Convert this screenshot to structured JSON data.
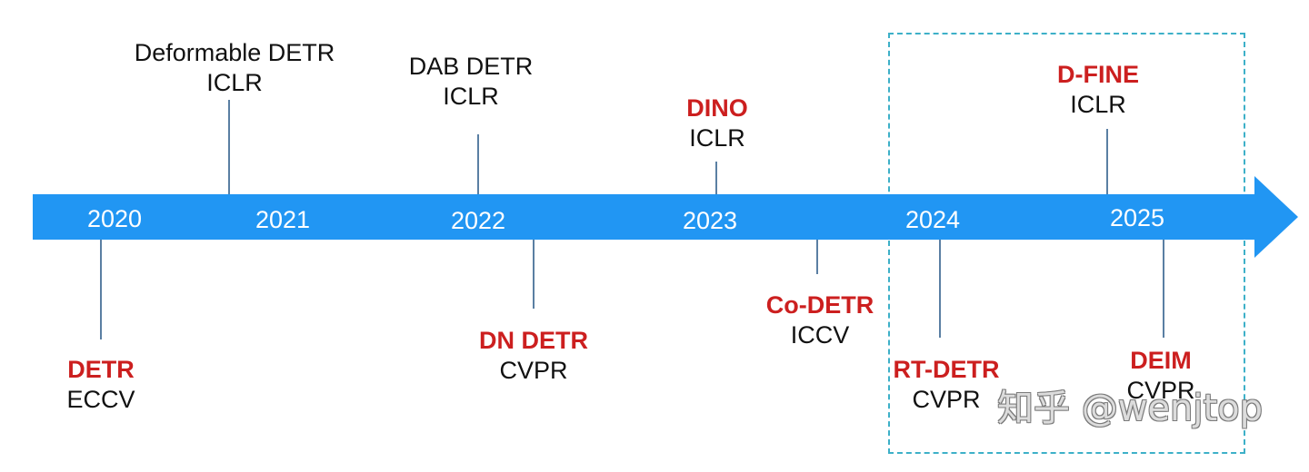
{
  "timeline": {
    "arrow_color": "#2196f3",
    "highlight_color": "#cc1f1f",
    "box_color": "#3db0c8",
    "years": [
      "2020",
      "2021",
      "2022",
      "2023",
      "2024",
      "2025"
    ],
    "papers": [
      {
        "name": "DETR",
        "venue": "ECCV",
        "highlight": true
      },
      {
        "name": "Deformable DETR",
        "venue": "ICLR",
        "highlight": false
      },
      {
        "name": "DAB DETR",
        "venue": "ICLR",
        "highlight": false
      },
      {
        "name": "DN DETR",
        "venue": "CVPR",
        "highlight": true
      },
      {
        "name": "DINO",
        "venue": "ICLR",
        "highlight": true
      },
      {
        "name": "Co-DETR",
        "venue": "ICCV",
        "highlight": true
      },
      {
        "name": "RT-DETR",
        "venue": "CVPR",
        "highlight": true
      },
      {
        "name": "D-FINE",
        "venue": "ICLR",
        "highlight": true
      },
      {
        "name": "DEIM",
        "venue": "CVPR",
        "highlight": true
      }
    ]
  },
  "watermark": "知乎 @wenjtop"
}
